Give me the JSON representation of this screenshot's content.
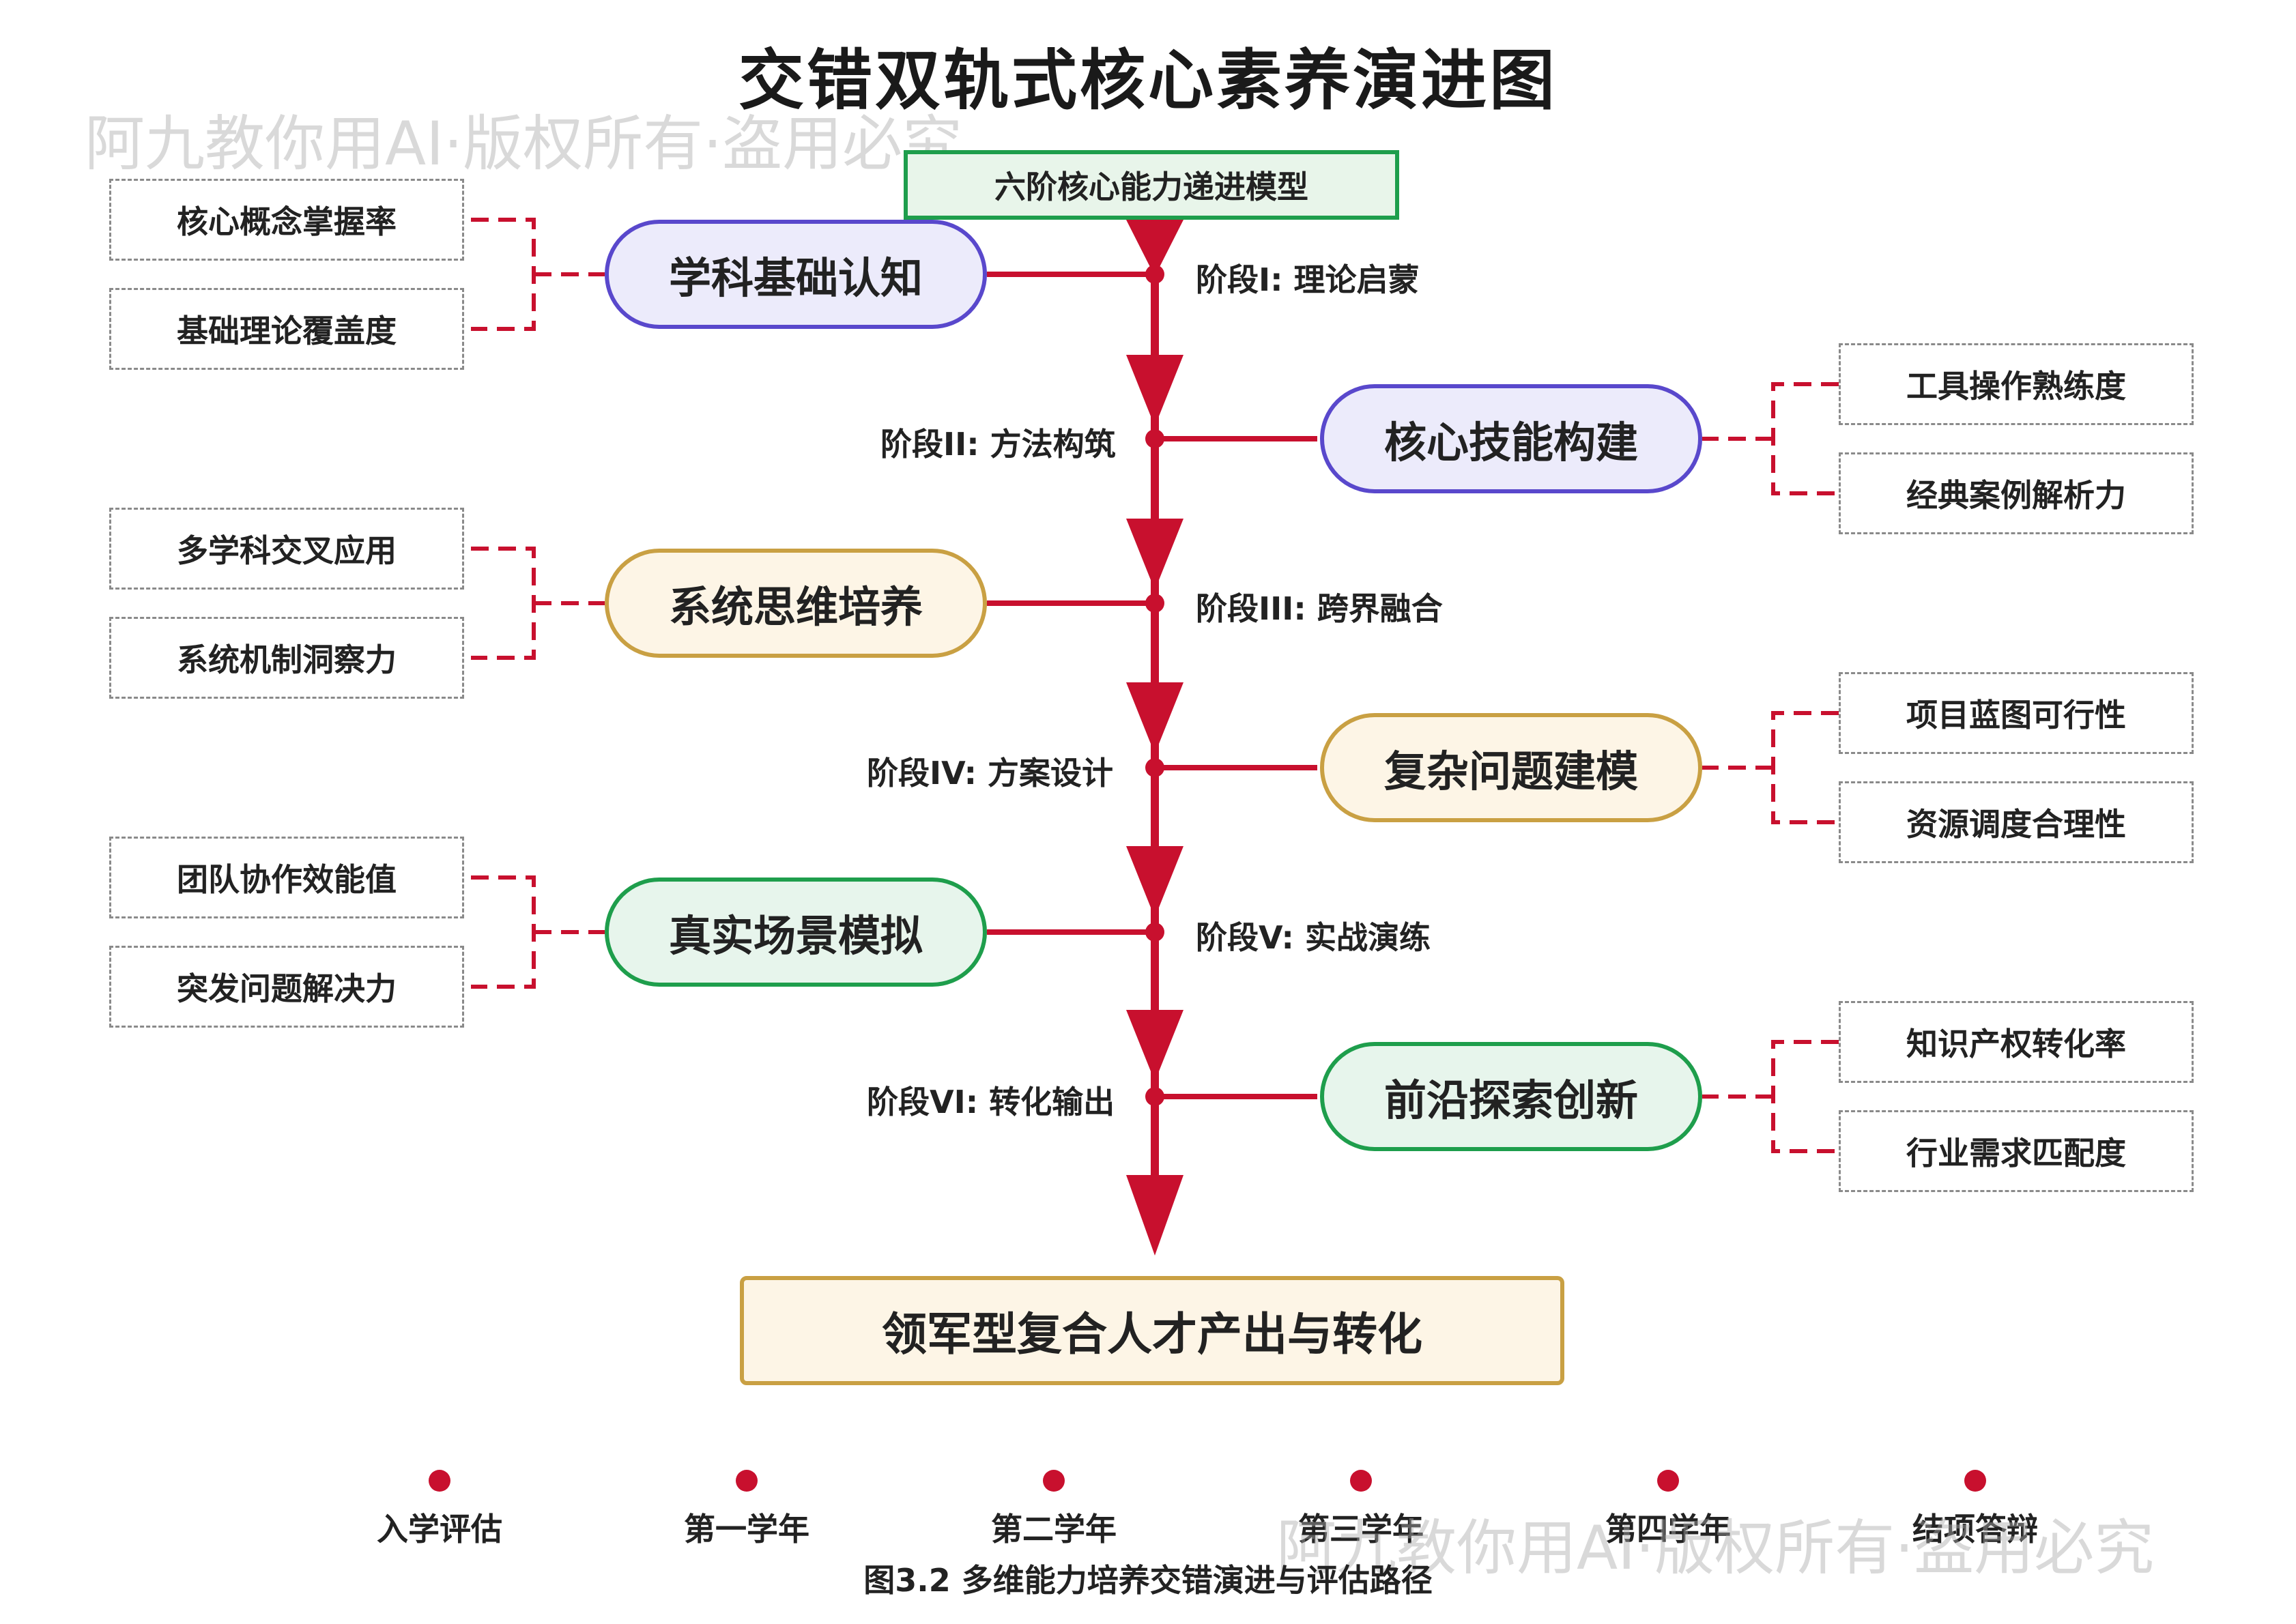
{
  "title": "交错双轨式核心素养演进图",
  "watermark": "阿九教你用AI·版权所有·盗用必究",
  "top_box": "六阶核心能力递进模型",
  "stages": [
    {
      "label": "阶段I: 理论启蒙",
      "node": "学科基础认知",
      "metrics": [
        "核心概念掌握率",
        "基础理论覆盖度"
      ],
      "side": "left",
      "color": "purple"
    },
    {
      "label": "阶段II: 方法构筑",
      "node": "核心技能构建",
      "metrics": [
        "工具操作熟练度",
        "经典案例解析力"
      ],
      "side": "right",
      "color": "purple"
    },
    {
      "label": "阶段III: 跨界融合",
      "node": "系统思维培养",
      "metrics": [
        "多学科交叉应用",
        "系统机制洞察力"
      ],
      "side": "left",
      "color": "gold"
    },
    {
      "label": "阶段IV: 方案设计",
      "node": "复杂问题建模",
      "metrics": [
        "项目蓝图可行性",
        "资源调度合理性"
      ],
      "side": "right",
      "color": "gold"
    },
    {
      "label": "阶段V: 实战演练",
      "node": "真实场景模拟",
      "metrics": [
        "团队协作效能值",
        "突发问题解决力"
      ],
      "side": "left",
      "color": "green"
    },
    {
      "label": "阶段VI: 转化输出",
      "node": "前沿探索创新",
      "metrics": [
        "知识产权转化率",
        "行业需求匹配度"
      ],
      "side": "right",
      "color": "green"
    }
  ],
  "end_box": "领军型复合人才产出与转化",
  "timeline": [
    "入学评估",
    "第一学年",
    "第二学年",
    "第三学年",
    "第四学年",
    "结项答辩"
  ],
  "caption": "图3.2 多维能力培养交错演进与评估路径",
  "colors": {
    "red": "#c8102e",
    "purple": "#5948cc",
    "gold": "#c9a043",
    "green": "#1e9e4c"
  }
}
